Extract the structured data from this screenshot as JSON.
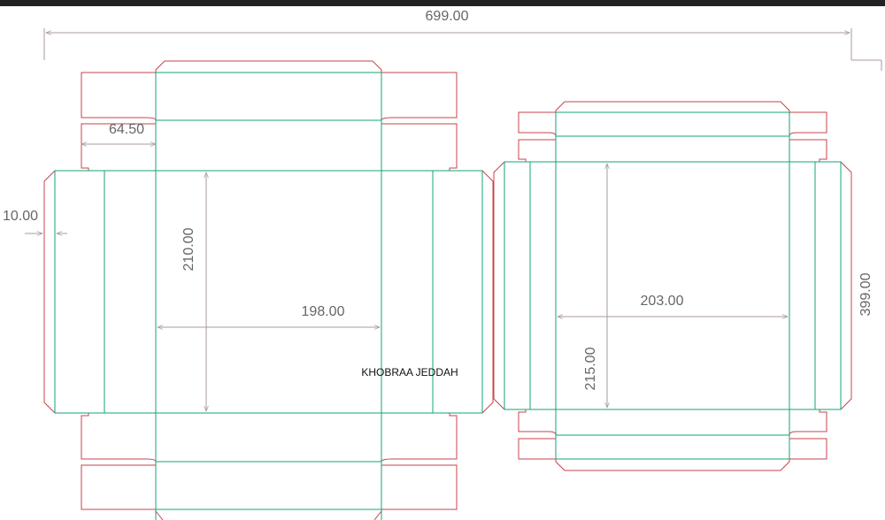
{
  "dimensions": {
    "overall_width": "699.00",
    "flap_width": "64.50",
    "side_gap": "10.00",
    "left_box_height": "210.00",
    "left_box_width": "198.00",
    "right_box_width": "203.00",
    "right_box_height": "215.00",
    "overall_height": "399.00"
  },
  "label": "KHOBRAA JEDDAH",
  "colors": {
    "cut_line": "#c8434b",
    "fold_line": "#12a57a",
    "dimension_line": "#a89aa6",
    "text": "#666666",
    "top_bar": "#222222"
  }
}
